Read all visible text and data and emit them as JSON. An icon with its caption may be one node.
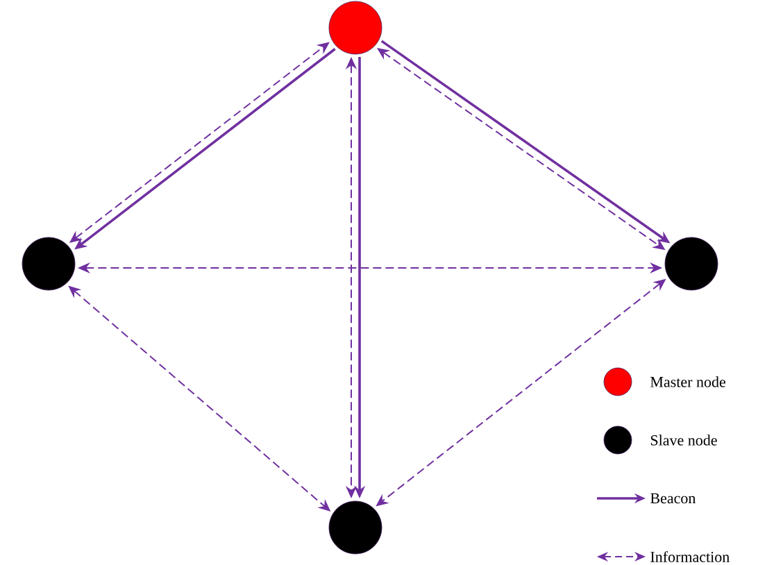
{
  "diagram": {
    "nodes": [
      {
        "text": [],
        "shape": "circle"
      },
      {
        "text": [],
        "shape": "circle"
      },
      {
        "text": [],
        "shape": "circle"
      },
      {
        "text": [],
        "shape": "circle"
      }
    ],
    "edges": [
      {
        "from": 0,
        "to": 1,
        "arrow": "to"
      },
      {
        "from": 1,
        "to": 0,
        "arrow": "both",
        "style": "dashed"
      },
      {
        "from": 0,
        "to": 2,
        "arrow": "to"
      },
      {
        "from": 0,
        "to": 2,
        "arrow": "both",
        "style": "dashed"
      },
      {
        "from": 0,
        "to": 3,
        "arrow": "to"
      },
      {
        "from": 0,
        "to": 3,
        "arrow": "both",
        "style": "dashed"
      },
      {
        "from": 1,
        "to": 2,
        "arrow": "both",
        "style": "dashed"
      },
      {
        "from": 1,
        "to": 3,
        "arrow": "both",
        "style": "dashed"
      },
      {
        "from": 2,
        "to": 3,
        "arrow": "both",
        "style": "dashed"
      }
    ],
    "legend": [
      {
        "text": "Master node",
        "color": "#ff0000"
      },
      {
        "text": "Slave node",
        "color": "#000000"
      },
      {
        "text": "Beacon"
      },
      {
        "text": "Informaction"
      }
    ]
  }
}
